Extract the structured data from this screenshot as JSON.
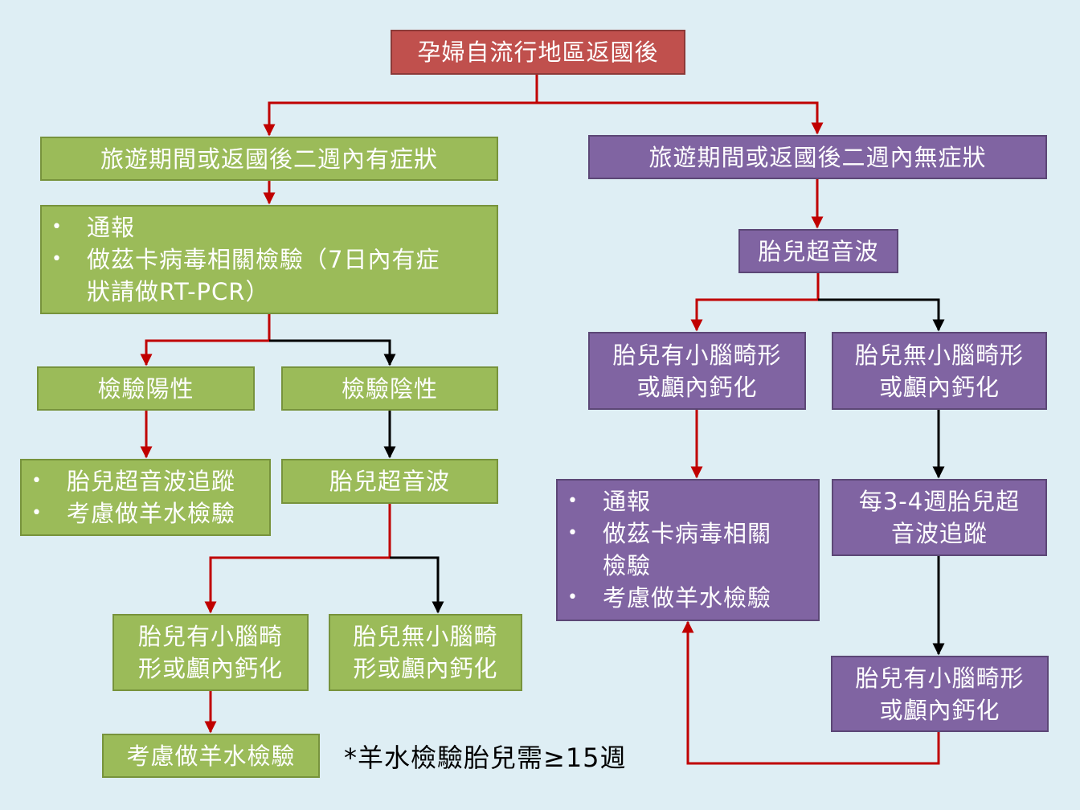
{
  "colors": {
    "background": "#deeef4",
    "start": "#c0504d",
    "symptomatic": "#9bbb59",
    "asymptomatic": "#8064a2",
    "positive_path": "#c00000",
    "negative_path": "#000000"
  },
  "flowchart": {
    "start": "孕婦自流行地區返國後",
    "symptomatic": {
      "title": "旅遊期間或返國後二週內有症狀",
      "actions": [
        "通報",
        "做茲卡病毒相關檢驗（7日內有症狀請做RT-PCR）"
      ],
      "actions_lines": [
        "做茲卡病毒相關檢驗（7日內有症",
        "狀請做RT-PCR）"
      ],
      "test_positive": "檢驗陽性",
      "test_negative": "檢驗陰性",
      "positive_followup": [
        "胎兒超音波追蹤",
        "考慮做羊水檢驗"
      ],
      "negative_ultrasound": "胎兒超音波",
      "neg_has_abnormality": [
        "胎兒有小腦畸",
        "形或顱內鈣化"
      ],
      "neg_no_abnormality": [
        "胎兒無小腦畸",
        "形或顱內鈣化"
      ],
      "consider_amnio": "考慮做羊水檢驗"
    },
    "asymptomatic": {
      "title": "旅遊期間或返國後二週內無症狀",
      "ultrasound": "胎兒超音波",
      "has_abnormality": [
        "胎兒有小腦畸形",
        "或顱內鈣化"
      ],
      "no_abnormality": [
        "胎兒無小腦畸形",
        "或顱內鈣化"
      ],
      "actions": [
        "通報",
        "做茲卡病毒相關檢驗",
        "考慮做羊水檢驗"
      ],
      "actions_lines": [
        "做茲卡病毒相關",
        "檢驗"
      ],
      "periodic_ultrasound": [
        "每3-4週胎兒超",
        "音波追蹤"
      ],
      "later_abnormality": [
        "胎兒有小腦畸形",
        "或顱內鈣化"
      ]
    },
    "footnote": "*羊水檢驗胎兒需≥15週"
  }
}
